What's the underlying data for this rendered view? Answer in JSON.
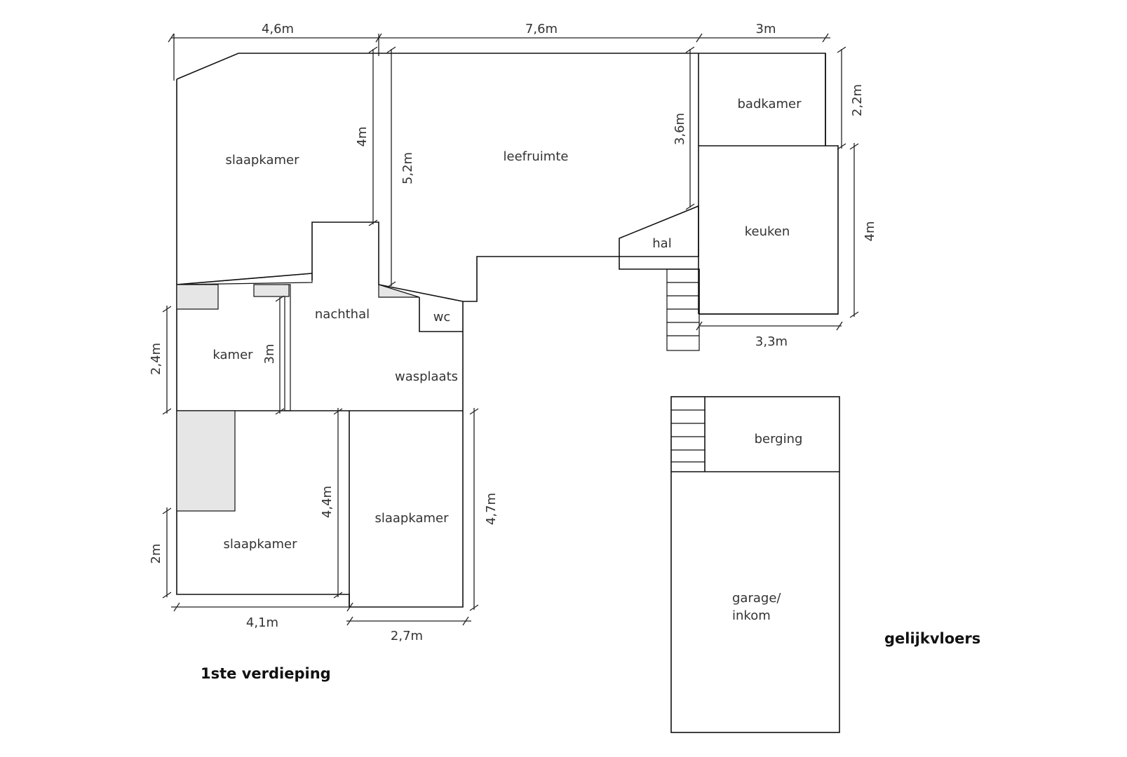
{
  "floors": {
    "first_floor_title": "1ste verdieping",
    "ground_floor_title": "gelijkvloers"
  },
  "rooms": {
    "slaapkamer_1": "slaapkamer",
    "leefruimte": "leefruimte",
    "badkamer": "badkamer",
    "keuken": "keuken",
    "hal": "hal",
    "nachthal": "nachthal",
    "wc": "wc",
    "kamer": "kamer",
    "wasplaats": "wasplaats",
    "slaapkamer_2": "slaapkamer",
    "slaapkamer_3": "slaapkamer",
    "berging": "berging",
    "garage_line1": "garage/",
    "garage_line2": "inkom"
  },
  "dimensions": {
    "top_left_width": "4,6m",
    "top_middle_width": "7,6m",
    "top_right_width": "3m",
    "bathroom_height": "2,2m",
    "kitchen_height": "4m",
    "kitchen_width": "3,3m",
    "hall_depth": "3,6m",
    "bedroom1_depth": "4m",
    "living_depth": "5,2m",
    "room_height": "2,4m",
    "nighthall_depth": "3m",
    "bedroom2_height": "4,4m",
    "bedroom3_height": "4,7m",
    "bedroom2_lower": "2m",
    "bedroom2_width": "4,1m",
    "bedroom3_width": "2,7m"
  }
}
